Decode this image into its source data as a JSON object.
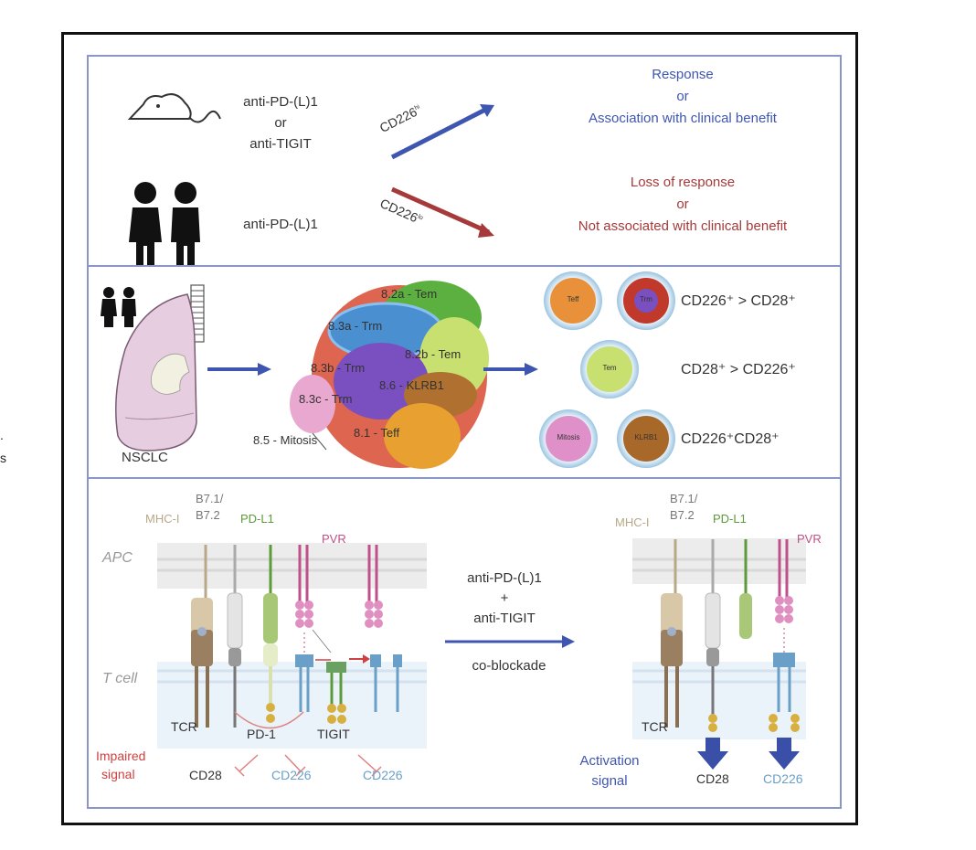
{
  "edge_marks": [
    ".",
    "s"
  ],
  "panel_top": {
    "row1": {
      "subject_icon": "mouse-icon",
      "treatment_lines": [
        "anti-PD-(L)1",
        "or",
        "anti-TIGIT"
      ],
      "arrow_label": "CD226",
      "arrow_label_sup": "hi",
      "outcome_lines": [
        "Response",
        "or",
        "Association with clinical benefit"
      ],
      "color": "#3f56b0"
    },
    "row2": {
      "subject_icon": "patients-icon",
      "treatment_lines": [
        "anti-PD-(L)1"
      ],
      "arrow_label": "CD226",
      "arrow_label_sup": "lo",
      "outcome_lines": [
        "Loss of response",
        "or",
        "Not associated with clinical benefit"
      ],
      "color": "#a63a3a"
    }
  },
  "panel_middle": {
    "tissue_label": "NSCLC",
    "clusters": [
      {
        "label": "8.2a - Tem",
        "color": "#5cb040"
      },
      {
        "label": "8.3a - Trm",
        "color": "#4a90d0"
      },
      {
        "label": "8.2b - Tem",
        "color": "#c8e070"
      },
      {
        "label": "8.3b - Trm",
        "color": "#7a4fc0"
      },
      {
        "label": "8.6 - KLRB1",
        "color": "#b07030"
      },
      {
        "label": "8.3c - Trm",
        "color": "#d84a30"
      },
      {
        "label": "8.1 - Teff",
        "color": "#e8a030"
      },
      {
        "label": "8.5 - Mitosis",
        "color": "#e090c0"
      }
    ],
    "cell_groups": [
      {
        "cells": [
          {
            "label": "Teff",
            "color": "#e8913a"
          },
          {
            "label": "Trm",
            "color": "#c0392b",
            "inner": "#7a4fc0"
          }
        ],
        "expression": "CD226⁺ > CD28⁺"
      },
      {
        "cells": [
          {
            "label": "Tem",
            "color": "#c8e070"
          }
        ],
        "expression": "CD28⁺ > CD226⁺"
      },
      {
        "cells": [
          {
            "label": "Mitosis",
            "color": "#e090c8"
          },
          {
            "label": "KLRB1",
            "color": "#a8682a"
          }
        ],
        "expression": "CD226⁺CD28⁺"
      }
    ]
  },
  "panel_bottom": {
    "left": {
      "apc_label": "APC",
      "tcell_label": "T cell",
      "ligands": {
        "mhc": "MHC-I",
        "b7_line1": "B7.1/",
        "b7_line2": "B7.2",
        "pdl1": "PD-L1",
        "pvr": "PVR"
      },
      "receptors": {
        "tcr": "TCR",
        "pd1": "PD-1",
        "tigit": "TIGIT"
      },
      "signal_lines": [
        "Impaired",
        "signal"
      ],
      "inhibited_targets": [
        "CD28",
        "CD226",
        "CD226"
      ]
    },
    "treatment": {
      "lines": [
        "anti-PD-(L)1",
        "+",
        "anti-TIGIT"
      ],
      "arrow_caption": "co-blockade"
    },
    "right": {
      "ligands": {
        "mhc": "MHC-I",
        "b7_line1": "B7.1/",
        "b7_line2": "B7.2",
        "pdl1": "PD-L1",
        "pvr": "PVR"
      },
      "receptors": {
        "tcr": "TCR"
      },
      "signal_lines": [
        "Activation",
        "signal"
      ],
      "activated_targets": [
        "CD28",
        "CD226"
      ]
    }
  },
  "colors": {
    "blue": "#3f56b0",
    "red": "#a63a3a",
    "panel_border": "#8a96c8",
    "mhc": "#b8a888",
    "pdl1": "#5c9a3a",
    "pvr": "#c0508a",
    "cd226": "#6aa0c8",
    "impaired": "#d04040"
  }
}
